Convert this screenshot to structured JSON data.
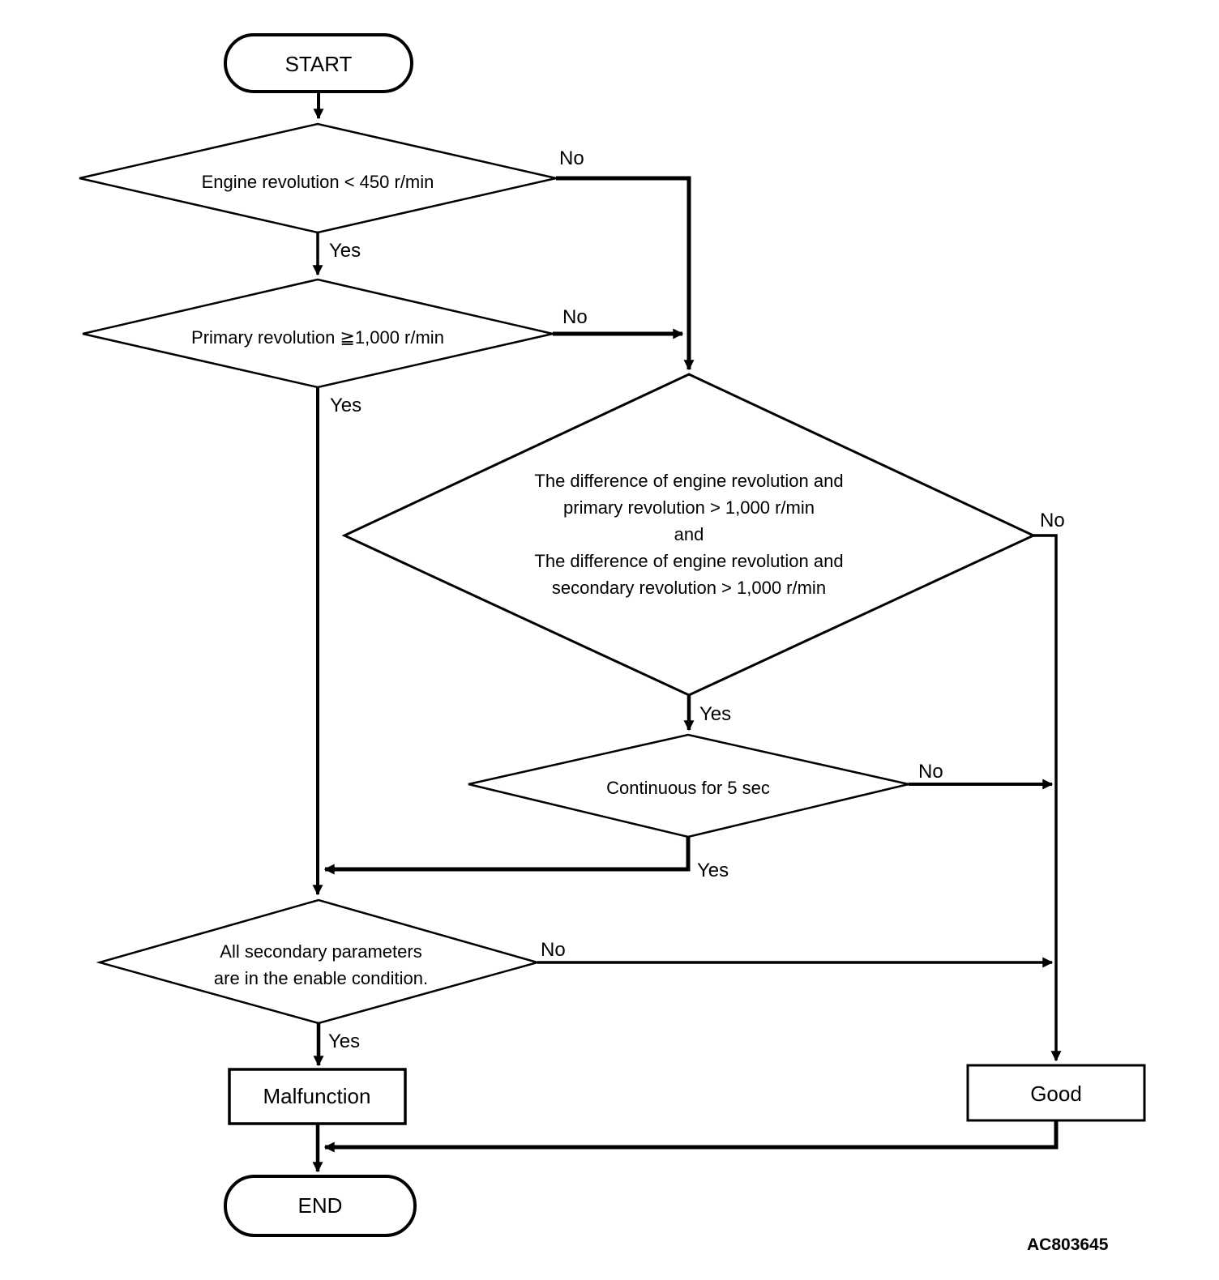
{
  "figure_id": "AC803645",
  "colors": {
    "background": "#ffffff",
    "line": "#000000",
    "text": "#000000"
  },
  "nodes": {
    "start": {
      "type": "terminator",
      "label": "START"
    },
    "engine_rev": {
      "type": "decision",
      "label": "Engine revolution < 450 r/min"
    },
    "primary_rev": {
      "type": "decision",
      "label": "Primary revolution ≧1,000 r/min"
    },
    "diff_check": {
      "type": "decision",
      "lines": [
        "The difference of engine revolution and",
        "primary revolution > 1,000 r/min",
        "and",
        "The difference of engine revolution and",
        "secondary revolution > 1,000 r/min"
      ]
    },
    "continuous": {
      "type": "decision",
      "label": "Continuous for 5 sec"
    },
    "secondary_params": {
      "type": "decision",
      "lines": [
        "All secondary parameters",
        "are in the enable condition."
      ]
    },
    "malfunction": {
      "type": "process",
      "label": "Malfunction"
    },
    "good": {
      "type": "process",
      "label": "Good"
    },
    "end": {
      "type": "terminator",
      "label": "END"
    }
  },
  "edge_labels": {
    "engine_rev_yes": "Yes",
    "engine_rev_no": "No",
    "primary_rev_yes": "Yes",
    "primary_rev_no": "No",
    "diff_check_yes": "Yes",
    "diff_check_no": "No",
    "continuous_yes": "Yes",
    "continuous_no": "No",
    "secondary_params_yes": "Yes",
    "secondary_params_no": "No"
  },
  "connections": [
    {
      "from": "start",
      "to": "engine_rev",
      "label": ""
    },
    {
      "from": "engine_rev",
      "to": "primary_rev",
      "label": "Yes"
    },
    {
      "from": "engine_rev",
      "to": "diff_check",
      "label": "No"
    },
    {
      "from": "primary_rev",
      "to": "secondary_params",
      "label": "Yes"
    },
    {
      "from": "primary_rev",
      "to": "diff_check",
      "label": "No"
    },
    {
      "from": "diff_check",
      "to": "continuous",
      "label": "Yes"
    },
    {
      "from": "diff_check",
      "to": "good",
      "label": "No"
    },
    {
      "from": "continuous",
      "to": "secondary_params",
      "label": "Yes"
    },
    {
      "from": "continuous",
      "to": "good",
      "label": "No"
    },
    {
      "from": "secondary_params",
      "to": "malfunction",
      "label": "Yes"
    },
    {
      "from": "secondary_params",
      "to": "good",
      "label": "No"
    },
    {
      "from": "malfunction",
      "to": "end",
      "label": ""
    },
    {
      "from": "good",
      "to": "end",
      "label": ""
    }
  ]
}
